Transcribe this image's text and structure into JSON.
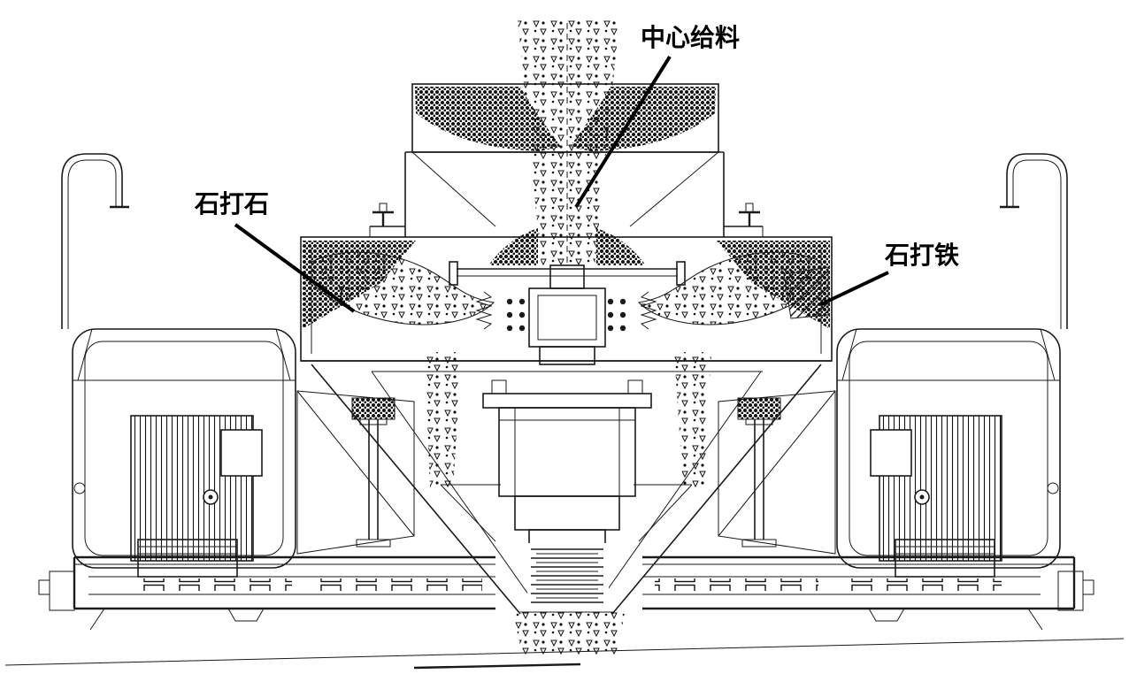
{
  "diagram": {
    "type": "technical-cross-section",
    "labels": {
      "center_feed": "中心给料",
      "rock_on_rock": "石打石",
      "rock_on_iron": "石打铁"
    },
    "colors": {
      "ink": "#1a1a1a",
      "background": "#ffffff"
    }
  }
}
